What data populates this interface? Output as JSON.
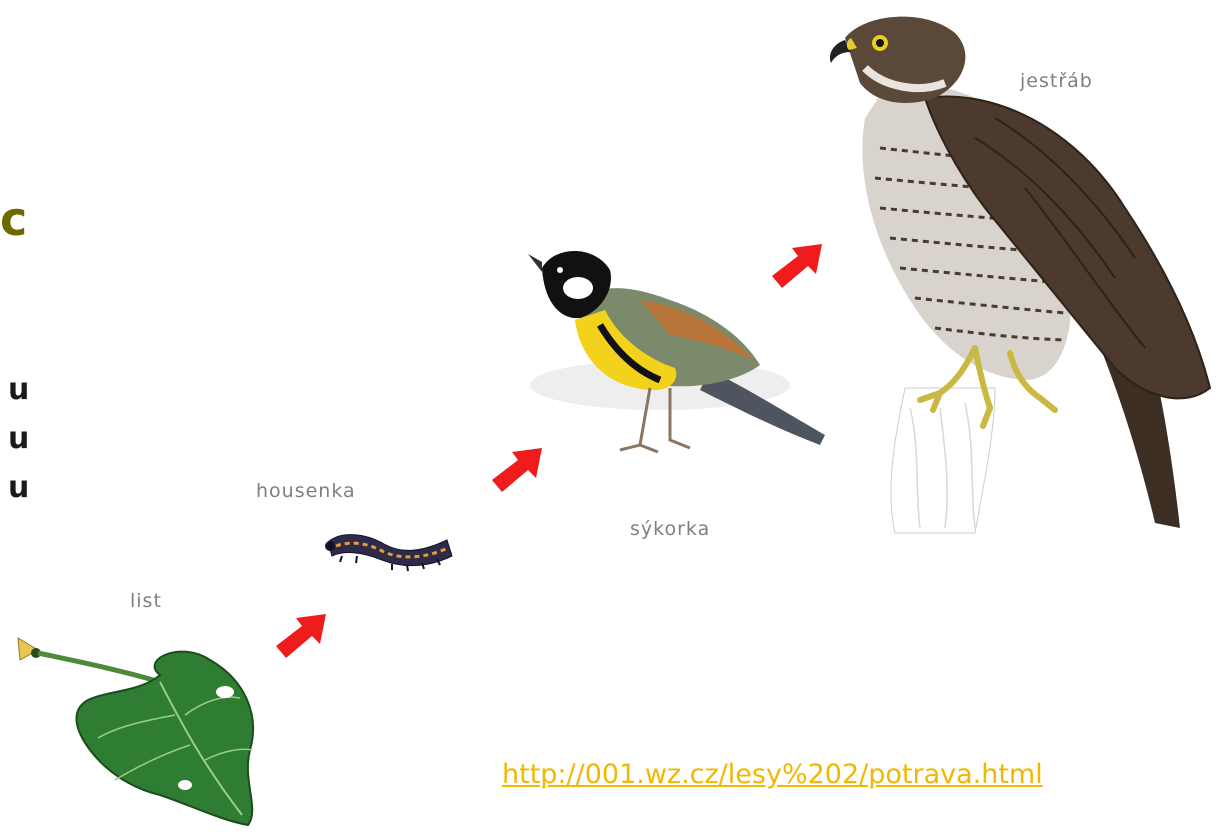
{
  "slide": {
    "heading_fragment": "c",
    "bullet_fragments": [
      "u",
      "u",
      "u"
    ]
  },
  "food_chain": {
    "organisms": [
      {
        "name": "list",
        "icon": "leaf-icon"
      },
      {
        "name": "housenka",
        "icon": "caterpillar-icon"
      },
      {
        "name": "sýkorka",
        "icon": "great-tit-icon"
      },
      {
        "name": "jestřáb",
        "icon": "hawk-icon"
      }
    ],
    "arrow_icon": "red-arrow-icon",
    "arrow_color": "#ee1c1c"
  },
  "source": {
    "url": "http://001.wz.cz/lesy%202/potrava.html",
    "color": "#f0b800"
  }
}
